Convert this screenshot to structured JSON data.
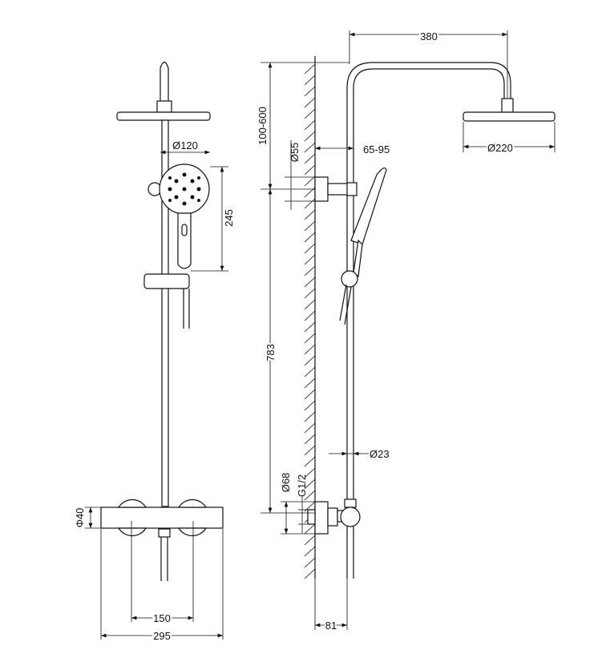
{
  "dimensions": {
    "arm_length": "380",
    "height_adjust": "100-600",
    "bracket_dia": "Ø55",
    "bracket_offset": "65-95",
    "hand_shower_dia": "Ø120",
    "hand_shower_height": "245",
    "head_dia": "Ø220",
    "rail_length": "783",
    "pipe_dia": "Ø23",
    "escutcheon_dia": "Ø68",
    "thread": "G1/2",
    "mixer_dia": "Φ40",
    "centers": "150",
    "mixer_width": "295",
    "wall_projection": "81"
  }
}
